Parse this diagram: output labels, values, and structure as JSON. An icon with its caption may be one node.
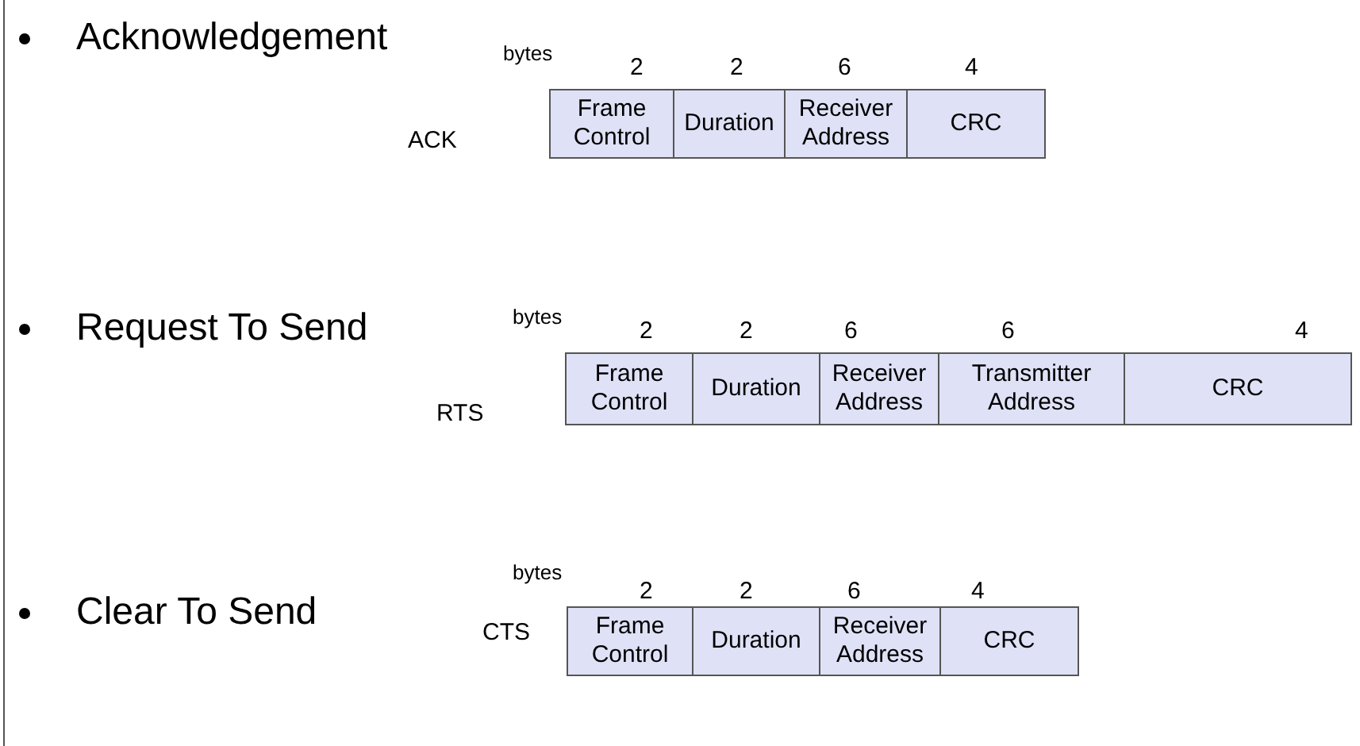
{
  "diagram": {
    "nodes": [
      {
        "text": [
          "Frame Control"
        ],
        "beside": [
          "2"
        ]
      },
      {
        "text": [
          "Duration"
        ],
        "beside": [
          "2"
        ]
      },
      {
        "text": [
          "Receiver Address"
        ],
        "beside": [
          "6"
        ]
      },
      {
        "text": [
          "CRC"
        ],
        "beside": [
          "4"
        ]
      },
      {
        "text": [
          "Frame Control"
        ],
        "beside": [
          "2"
        ]
      },
      {
        "text": [
          "Duration"
        ],
        "beside": [
          "2"
        ]
      },
      {
        "text": [
          "Receiver Address"
        ],
        "beside": [
          "6"
        ]
      },
      {
        "text": [
          "Transmitter Address"
        ],
        "beside": [
          "6"
        ]
      },
      {
        "text": [
          "CRC"
        ],
        "beside": [
          "4"
        ]
      },
      {
        "text": [
          "Frame Control"
        ],
        "beside": [
          "2"
        ]
      },
      {
        "text": [
          "Duration"
        ],
        "beside": [
          "2"
        ]
      },
      {
        "text": [
          "Receiver Address"
        ],
        "beside": [
          "6"
        ]
      },
      {
        "text": [
          "CRC"
        ],
        "beside": [
          "4"
        ]
      }
    ],
    "edges": [],
    "labels": [
      "Acknowledgement",
      "bytes",
      "ACK",
      "Request To Send",
      "bytes",
      "RTS",
      "Clear To Send",
      "bytes",
      "CTS"
    ]
  }
}
